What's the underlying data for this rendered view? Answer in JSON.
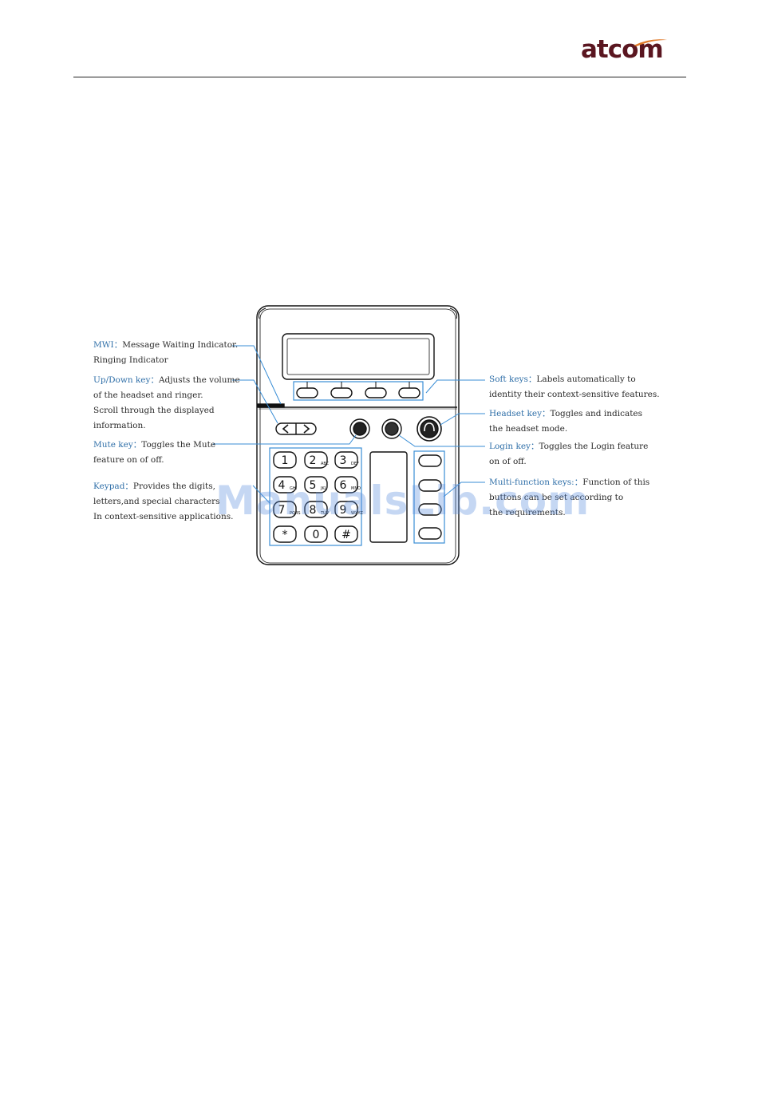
{
  "header": {
    "logo_text": "atcom"
  },
  "annotations": {
    "mwi": {
      "keyword": "MWI：",
      "text": "Message Waiting Indicator.",
      "line2": "Ringing Indicator"
    },
    "updown": {
      "keyword": "Up/Down key：",
      "text": "Adjusts the volume",
      "line2": "of the headset and ringer.",
      "line3": "Scroll through the displayed",
      "line4": "information."
    },
    "mute": {
      "keyword": "Mute key：",
      "text": "Toggles the Mute",
      "line2": "feature on of off."
    },
    "keypad": {
      "keyword": "Keypad：",
      "text": "Provides the digits,",
      "line2": "letters,and special characters",
      "line3": "In context-sensitive applications."
    },
    "soft": {
      "keyword": "Soft keys：",
      "text": "Labels automatically to",
      "line2": "identity their context-sensitive features."
    },
    "headset": {
      "keyword": "Headset key：",
      "text": "Toggles and indicates",
      "line2": "the headset mode."
    },
    "login": {
      "keyword": "Login key：",
      "text": "Toggles the Login feature",
      "line2": "on of off."
    },
    "multi": {
      "keyword": "Multi-function keys:：",
      "text": "Function of this",
      "line2": "buttons can be set according to",
      "line3": "the requirements."
    }
  },
  "keypad": {
    "keys": [
      {
        "digit": "1",
        "letters": ""
      },
      {
        "digit": "2",
        "letters": "ABC"
      },
      {
        "digit": "3",
        "letters": "DEF"
      },
      {
        "digit": "4",
        "letters": "GHI"
      },
      {
        "digit": "5",
        "letters": "JKL"
      },
      {
        "digit": "6",
        "letters": "MNO"
      },
      {
        "digit": "7",
        "letters": "PQRS"
      },
      {
        "digit": "8",
        "letters": "TUV"
      },
      {
        "digit": "9",
        "letters": "WXYZ"
      },
      {
        "digit": "*",
        "letters": ""
      },
      {
        "digit": "0",
        "letters": ""
      },
      {
        "digit": "#",
        "letters": ""
      }
    ]
  },
  "watermark": "ManualsLib.com",
  "colors": {
    "accent": "#2f6fa8",
    "logo": "#5a1620",
    "swoosh": "#e07a2a"
  }
}
